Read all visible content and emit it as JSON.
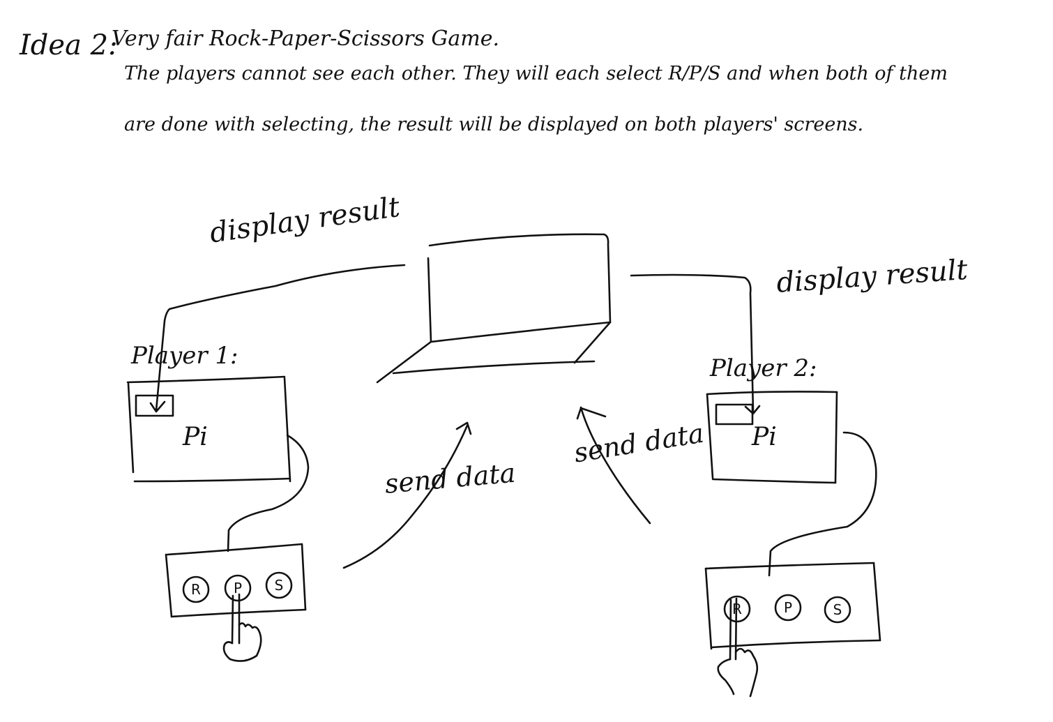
{
  "header": {
    "label": "Idea 2:",
    "title": "Very fair Rock-Paper-Scissors Game.",
    "description_line1": "The players cannot see each other. They will each select R/P/S and when both of them",
    "description_line2": "are done with selecting, the result will be displayed on both players' screens."
  },
  "diagram": {
    "display_result_left": "display result",
    "display_result_right": "display result",
    "player1_label": "Player 1:",
    "player2_label": "Player 2:",
    "pi_label_1": "Pi",
    "pi_label_2": "Pi",
    "send_data_left": "send data",
    "send_data_right": "send data",
    "player1_buttons": [
      "R",
      "P",
      "S"
    ],
    "player2_buttons": [
      "R",
      "P",
      "S"
    ]
  }
}
